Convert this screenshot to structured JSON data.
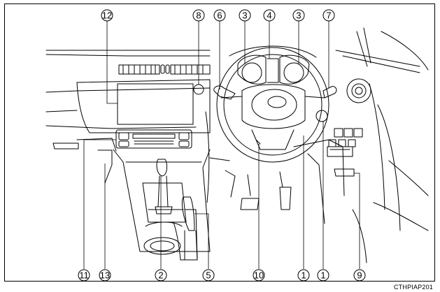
{
  "callouts": {
    "c1a": "1",
    "c1b": "1",
    "c2": "2",
    "c3a": "3",
    "c3b": "3",
    "c4": "4",
    "c5": "5",
    "c6": "6",
    "c7": "7",
    "c8": "8",
    "c9": "9",
    "c10": "10",
    "c11": "11",
    "c12": "12",
    "c13": "13"
  },
  "figure_id": "CTHPIAP201",
  "line_color": "#000000"
}
